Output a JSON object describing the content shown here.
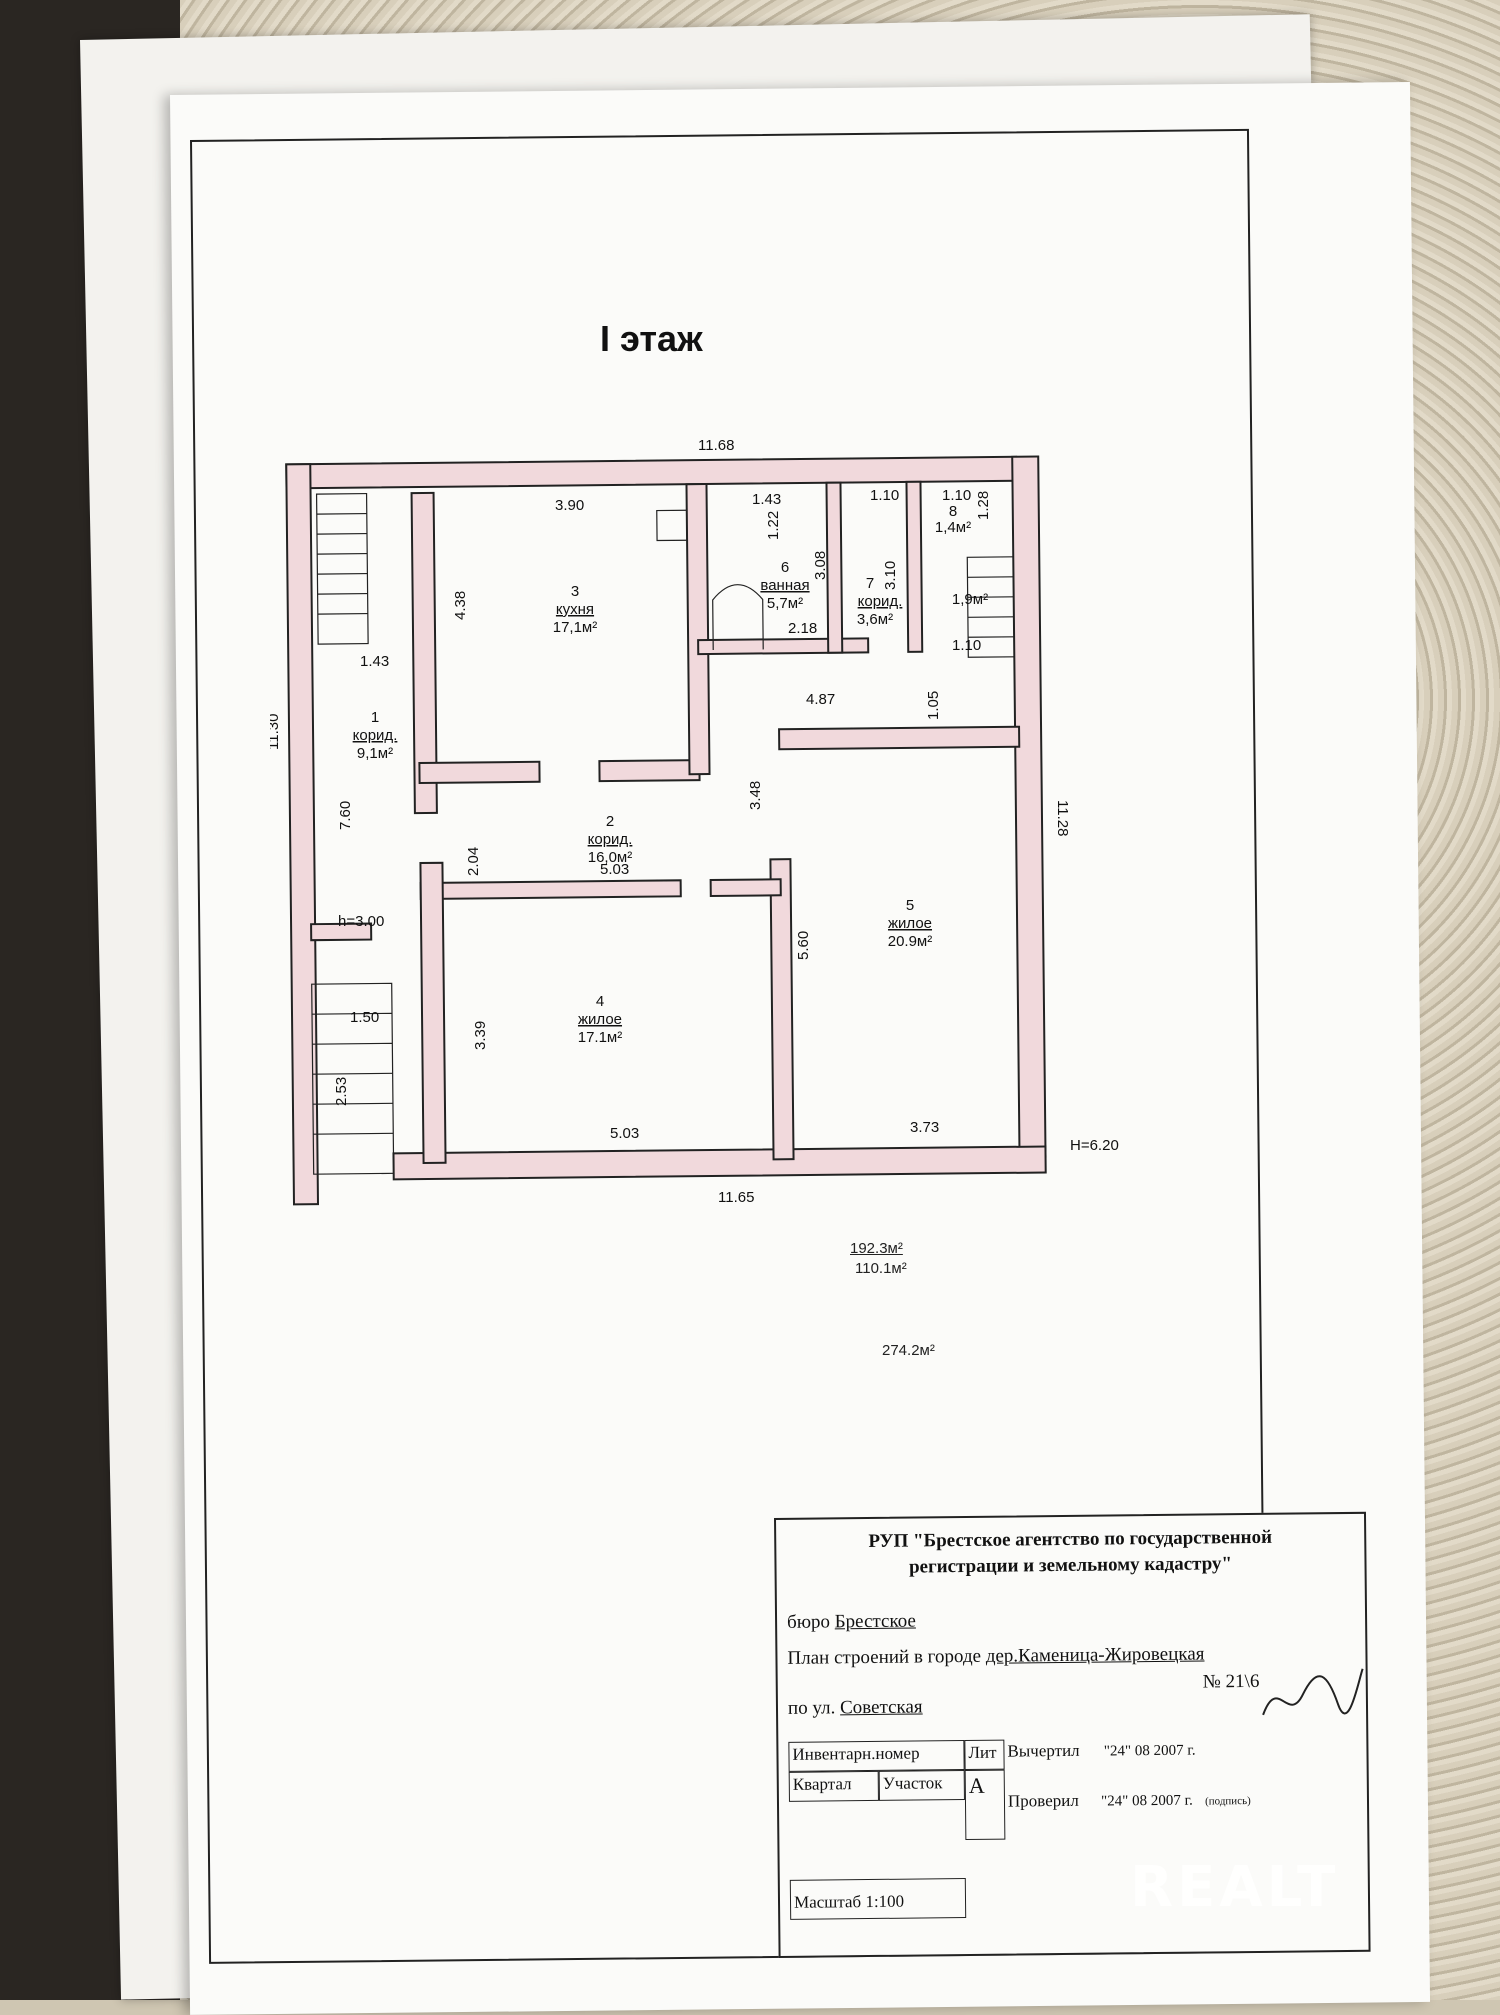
{
  "floor_title": "I этаж",
  "plan": {
    "dims": {
      "top_total": "11.68",
      "bottom_total": "11.65",
      "left_total": "11.30",
      "right_total": "11.28",
      "kitchen_w": "3.90",
      "kitchen_h": "4.38",
      "bath_w": "1.43",
      "bath_h1": "1.22",
      "bath_h2": "3.08",
      "bath_w2": "2.18",
      "corr7_w": "1.10",
      "corr7_h": "3.10",
      "small8_w": "1.10",
      "small8_h": "1.28",
      "stair_w": "1.10",
      "corr1_w": "1.43",
      "corr1_h": "7.60",
      "corr2_w": "4.87",
      "corr2_h1": "1.05",
      "corr2_h2": "2.04",
      "corr2_h3": "3.48",
      "room4_w_top": "5.03",
      "room4_w_bot": "5.03",
      "room4_h": "3.39",
      "room5_h": "5.60",
      "room5_w": "3.73",
      "porch_w": "1.50",
      "porch_h": "2.53",
      "height_1": "h=3.00",
      "height_outer": "H=6.20"
    },
    "rooms": [
      {
        "num": "1",
        "name": "корид.",
        "area": "9,1м²"
      },
      {
        "num": "2",
        "name": "корид.",
        "area": "16,0м²"
      },
      {
        "num": "3",
        "name": "кухня",
        "area": "17,1м²"
      },
      {
        "num": "4",
        "name": "жилое",
        "area": "17.1м²"
      },
      {
        "num": "5",
        "name": "жилое",
        "area": "20.9м²"
      },
      {
        "num": "6",
        "name": "ванная",
        "area": "5,7м²"
      },
      {
        "num": "7",
        "name": "корид.",
        "area": "3,6м²"
      },
      {
        "num": "8",
        "name": "",
        "area": "1,4м²"
      },
      {
        "num": "",
        "name": "",
        "area": "1,9м²"
      }
    ]
  },
  "totals": {
    "total_area": "192.3м²",
    "living_area": "110.1м²",
    "overall": "274.2м²"
  },
  "title_block": {
    "org_line1": "РУП \"Брестское агентство по государственной",
    "org_line2": "регистрации и земельному кадастру\"",
    "bureau_label": "бюро",
    "bureau_value": "Брестское",
    "plan_label": "План строений в городе",
    "plan_value": "дер.Каменица-Жировецкая",
    "number": "№ 21\\6",
    "street_label": "по ул.",
    "street_value": "Советская",
    "inv_label": "Инвентарн.номер",
    "lit_label": "Лит",
    "lit_value": "А",
    "drawn_label": "Вычертил",
    "drawn_date": "\"24\" 08 2007 г.",
    "quarter_label": "Квартал",
    "plot_label": "Участок",
    "checked_label": "Проверил",
    "checked_date": "\"24\" 08 2007 г.",
    "sign_label": "(подпись)",
    "scale_label": "Масштаб 1:100"
  },
  "watermark": "REALT",
  "colors": {
    "wall_fill": "#f1d9dc",
    "wall_stroke": "#222222",
    "paper": "#fbfbf9"
  }
}
